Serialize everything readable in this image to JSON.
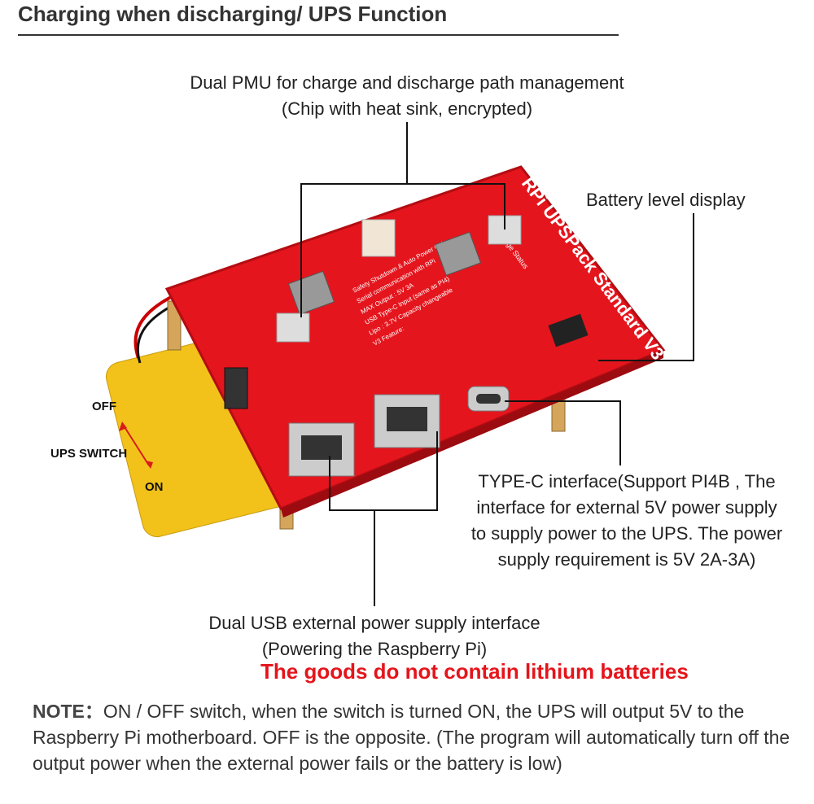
{
  "title": "Charging when discharging/ UPS Function",
  "callouts": {
    "pmu_line1": "Dual PMU for charge and discharge path management",
    "pmu_line2": "(Chip with heat sink, encrypted)",
    "battery_level": "Battery level display",
    "typec_line1": "TYPE-C interface(Support PI4B , The",
    "typec_line2": "interface for external 5V power supply",
    "typec_line3": "to supply power to the UPS. The power",
    "typec_line4": "supply requirement is 5V 2A-3A)",
    "usb_line1": "Dual USB external power supply interface",
    "usb_line2": "(Powering the Raspberry Pi)"
  },
  "switch": {
    "off": "OFF",
    "label": "UPS SWITCH",
    "on": "ON"
  },
  "board": {
    "name": "RPi UPSPack Standard V3",
    "charge_status": "Charge Status",
    "features": [
      "V3 Feature:",
      "Lipo : 3.7V Capacity changeable",
      "USB Type-C Input (same as PI4)",
      "MAX Output : 5V 3A",
      "Serial communication with RPi",
      "Safety Shutdown & Auto Power ON"
    ],
    "colors": {
      "pcb": "#e5151d",
      "battery": "#f2c21a"
    }
  },
  "warning": "The goods do not contain lithium batteries",
  "note": {
    "label": "NOTE：",
    "text": "ON / OFF switch, when the switch is turned ON, the UPS will output 5V to the Raspberry Pi motherboard. OFF is the opposite. (The program will automatically turn off the output power when the external power fails or the battery is low)"
  }
}
